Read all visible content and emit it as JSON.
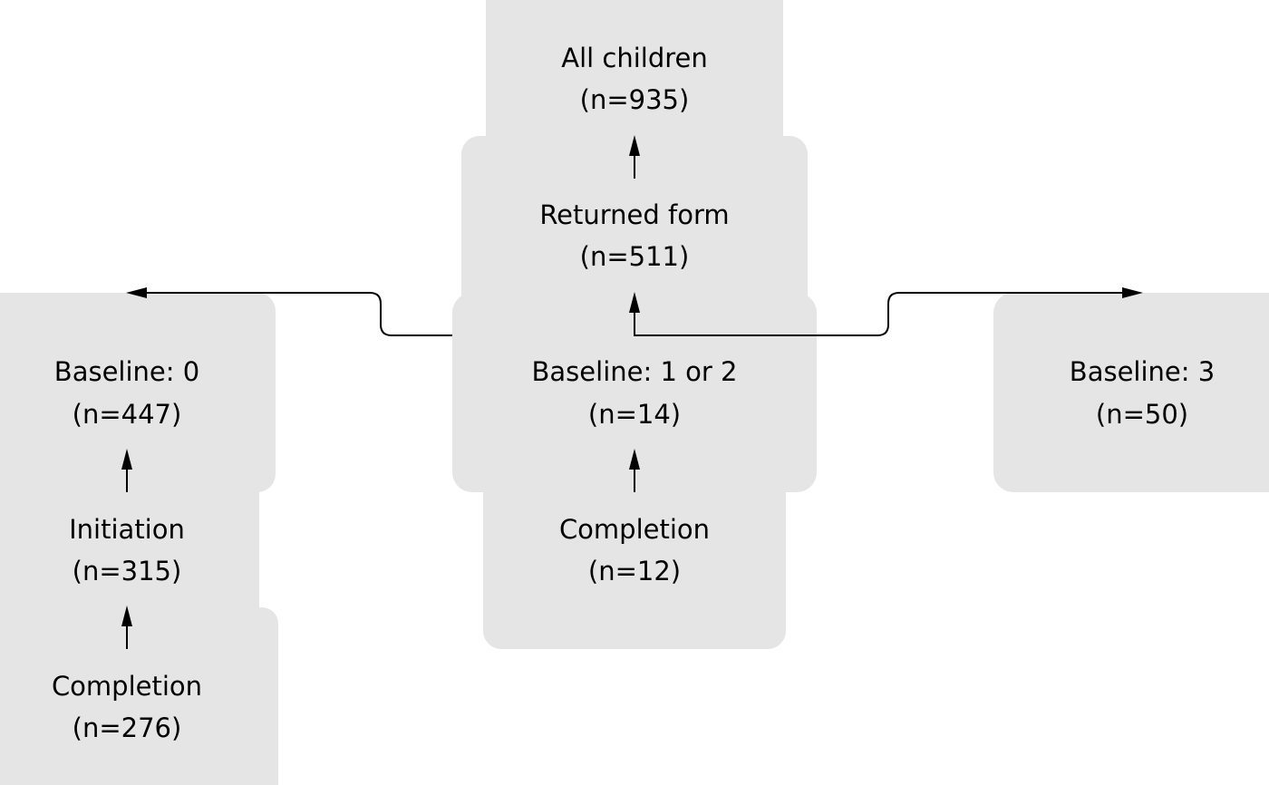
{
  "nodes": {
    "all_children": {
      "title": "All children",
      "count": "(n=935)"
    },
    "returned_form": {
      "title": "Returned form",
      "count": "(n=511)"
    },
    "baseline_0": {
      "title": "Baseline: 0",
      "count": "(n=447)"
    },
    "baseline_1_2": {
      "title": "Baseline: 1 or 2",
      "count": "(n=14)"
    },
    "baseline_3": {
      "title": "Baseline: 3",
      "count": "(n=50)"
    },
    "initiation": {
      "title": "Initiation",
      "count": "(n=315)"
    },
    "completion_left": {
      "title": "Completion",
      "count": "(n=276)"
    },
    "completion_mid": {
      "title": "Completion",
      "count": "(n=12)"
    }
  },
  "colors": {
    "box_fill": "#e5e5e5",
    "line": "#000000",
    "text": "#000000"
  }
}
